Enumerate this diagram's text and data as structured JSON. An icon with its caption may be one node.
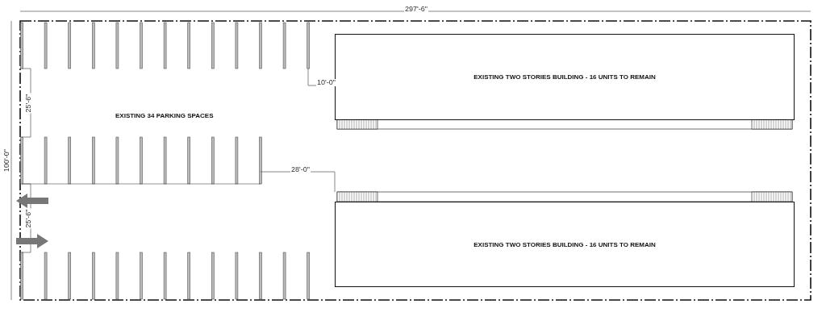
{
  "diagram": {
    "nodes": [
      {
        "text": [
          "EXISTING TWO STORIES BUILDING - 16 UNITS TO REMAIN"
        ]
      },
      {
        "text": [
          "EXISTING TWO STORIES BUILDING - 16 UNITS TO REMAIN"
        ]
      }
    ],
    "labels": [
      "297'-6\"",
      "10'-0\"",
      "25'-6\"",
      "EXISTING 34 PARKING SPACES",
      "100'-0\"",
      "28'-0\"",
      "25'-6\""
    ]
  }
}
